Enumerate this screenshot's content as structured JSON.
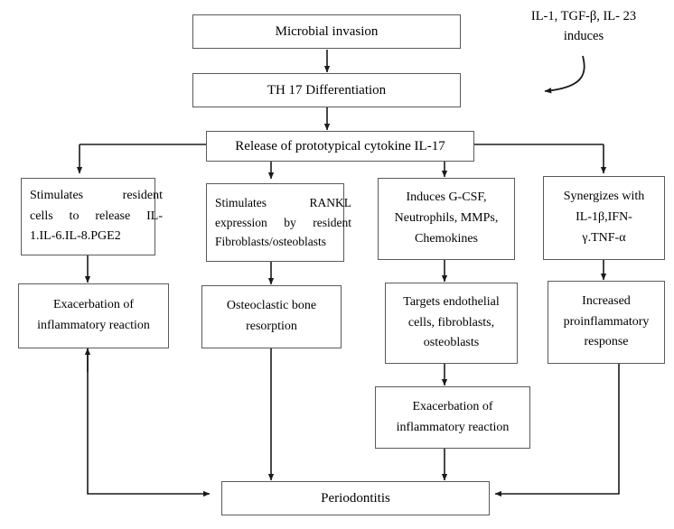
{
  "diagram": {
    "title_note": "IL-17 pathway in periodontitis flowchart",
    "annotation": {
      "line1": "IL-1, TGF-β, IL-",
      "line2": "23 induces"
    },
    "nodes": {
      "microbial_invasion": {
        "line1": "Microbial invasion"
      },
      "th17_differentiation": {
        "line1": "TH 17 Differentiation"
      },
      "release_il17": {
        "line1": "Release of prototypical cytokine IL-17"
      },
      "stimulates_resident_cells": {
        "line1": "Stimulates resident",
        "line2": "cells to release IL-",
        "line3": "1.IL-6.IL-8.PGE2"
      },
      "stimulates_rankl": {
        "line1": "Stimulates RANKL",
        "line2": "expression by resident",
        "line3": "Fibroblasts/osteoblasts"
      },
      "induces_gcsf": {
        "line1": "Induces G-CSF,",
        "line2": "Neutrophils, MMPs,",
        "line3": "Chemokines"
      },
      "synergizes_with": {
        "line1": "Synergizes with",
        "line2": "IL-1β,IFN-",
        "line3": "γ.TNF-α"
      },
      "exacerbation_left": {
        "line1": "Exacerbation of",
        "line2": "inflammatory reaction"
      },
      "osteoclastic_resorption": {
        "line1": "Osteoclastic bone",
        "line2": "resorption"
      },
      "targets_endothelial": {
        "line1": "Targets endothelial",
        "line2": "cells, fibroblasts,",
        "line3": "osteoblasts"
      },
      "increased_proinflammatory": {
        "line1": "Increased",
        "line2": "proinflammatory",
        "line3": "response"
      },
      "exacerbation_mid": {
        "line1": "Exacerbation of",
        "line2": "inflammatory reaction"
      },
      "periodontitis": {
        "line1": "Periodontitis"
      }
    },
    "colors": {
      "box_border": "#5a5a5a",
      "edge_stroke": "#1a1a1a",
      "text": "#000000",
      "background": "#ffffff"
    }
  }
}
